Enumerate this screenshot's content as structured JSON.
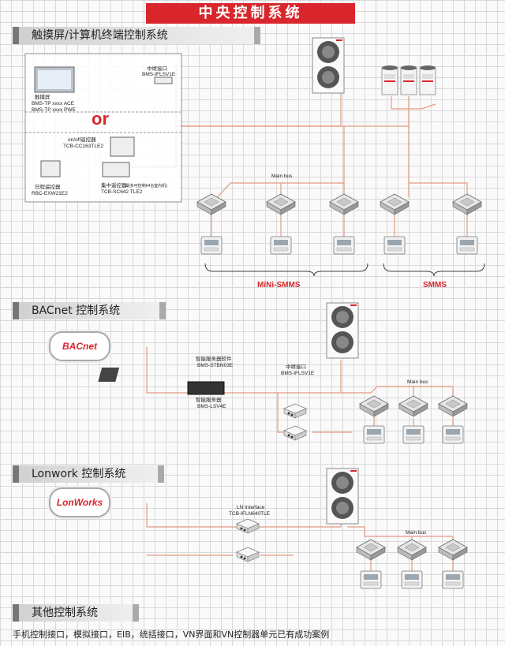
{
  "title": "中央控制系统",
  "sections": {
    "touch": "触摸屏/计算机终端控制系统",
    "bacnet": "BACnet 控制系统",
    "lonwork": "Lonwork 控制系统",
    "other": "其他控制系统"
  },
  "touch": {
    "touch_screen": "触摸屏",
    "touch_model1": "BMS-TP xxxx ACE",
    "touch_model2": "BMS-TP xxxx PWE",
    "relay_label": "中继接口",
    "relay_model": "BMS-IFLSV1E",
    "or": "or",
    "onoff_label": "on/off遥控器",
    "onoff_model": "TCB-CC163TLE2",
    "schedule_label": "日程遥控器",
    "schedule_model": "RBC-EXW21E2",
    "central_label": "集中遥控器",
    "central_note": "(最多可控制64台室内机)",
    "central_model": "TCB-SC642 TLE2",
    "main_bus": "Main bus",
    "mini_smms": "MiNi-SMMS",
    "smms": "SMMS"
  },
  "bacnet": {
    "cloud": "BACnet",
    "server_sw_label": "智能服务器软件",
    "server_sw_model": "BMS-STBN03E",
    "server_label": "智能服务器",
    "server_model": "BMS-LSV4E",
    "relay_label": "中继接口",
    "relay_model": "BMS-IFLSV1E",
    "main_bus": "Main bus"
  },
  "lonwork": {
    "cloud": "LonWorks",
    "ln_label": "LN Interface",
    "ln_model": "TCB-IFLN640TLE",
    "main_bus": "Main bus"
  },
  "other_text": "手机控制接口，模拟接口，EIB，统括接口，VN界面和VN控制器单元已有成功案例",
  "colors": {
    "accent": "#d8262c",
    "line": "#e8a58a"
  }
}
